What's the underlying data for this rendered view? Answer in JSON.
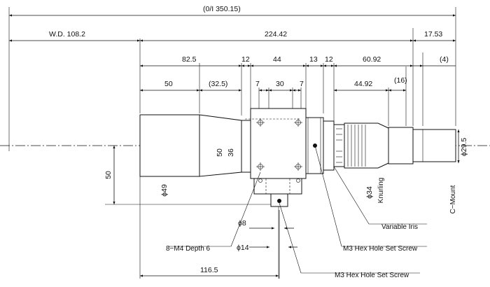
{
  "dimensions": {
    "overall": "(0/I 350.15)",
    "working_distance": "W.D. 108.2",
    "length": "224.42",
    "mount_flange": "17.53",
    "mount_offset": "(4)",
    "d_82_5": "82.5",
    "d_12_a": "12",
    "d_44": "44",
    "d_13": "13",
    "d_12_b": "12",
    "d_60_92": "60.92",
    "d_50_top": "50",
    "d_32_5": "(32.5)",
    "d_7_a": "7",
    "d_30": "30",
    "d_7_b": "7",
    "d_44_92": "44.92",
    "d_16": "(16)",
    "block_height": "50",
    "block_inner": "36",
    "height_to_axis": "50",
    "dia_front": "ϕ49",
    "dia_8": "ϕ8",
    "dia_14": "ϕ14",
    "dia_34": "ϕ34",
    "dia_29_5": "ϕ29.5",
    "bottom_len": "116.5"
  },
  "labels": {
    "knurling": "Knurling",
    "c_mount": "C−Mount",
    "variable_iris": "Variable Iris",
    "m4_holes": "8−M4 Depth 6",
    "set_screw_1": "M3 Hex Hole Set Screw",
    "set_screw_2": "M3 Hex Hole Set Screw"
  }
}
